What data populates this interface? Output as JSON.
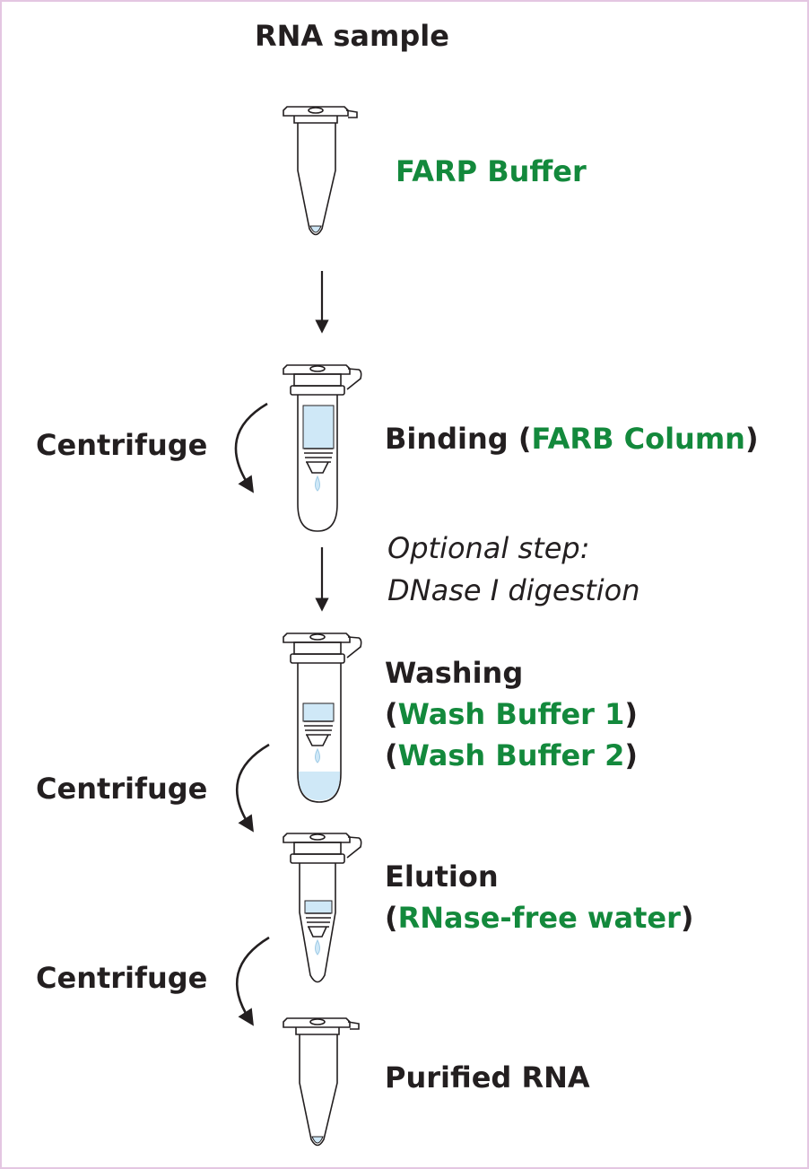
{
  "title": "RNA sample",
  "steps": {
    "lysis": {
      "reagent": "FARP Buffer"
    },
    "binding": {
      "label": "Binding",
      "open": "(",
      "reagent": "FARB Column",
      "close": ")",
      "action": "Centrifuge"
    },
    "optional": {
      "line1": "Optional step:",
      "line2": "DNase I digestion"
    },
    "washing": {
      "label": "Washing",
      "open1": "(",
      "reagent1": "Wash Buffer 1",
      "close1": ")",
      "open2": "(",
      "reagent2": "Wash Buffer 2",
      "close2": ")",
      "action": "Centrifuge"
    },
    "elution": {
      "label": "Elution",
      "open": "(",
      "reagent": "RNase-free water",
      "close": ")",
      "action": "Centrifuge"
    },
    "result": {
      "label": "Purified RNA"
    }
  },
  "colors": {
    "text": "#231f20",
    "reagent": "#13893c",
    "liquid": "#cfe8f7",
    "border": "#e4c6e2"
  }
}
